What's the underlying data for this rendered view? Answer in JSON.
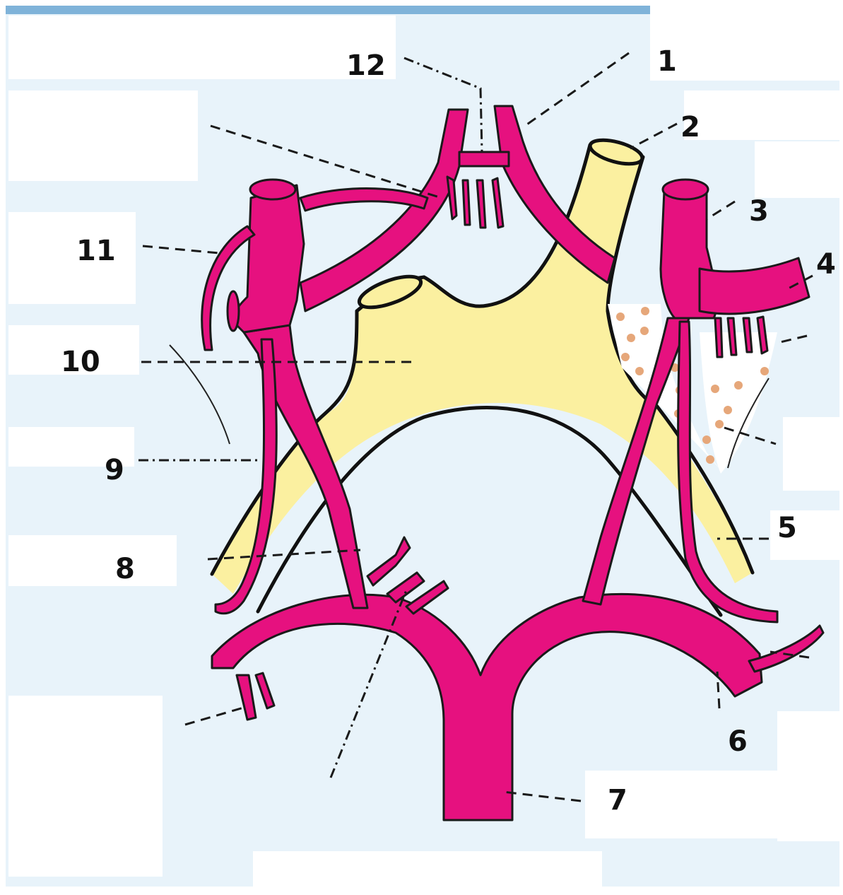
{
  "diagram": {
    "labels": [
      {
        "id": "1",
        "text": "1"
      },
      {
        "id": "2",
        "text": "2"
      },
      {
        "id": "3",
        "text": "3"
      },
      {
        "id": "4",
        "text": "4"
      },
      {
        "id": "5",
        "text": "5"
      },
      {
        "id": "6",
        "text": "6"
      },
      {
        "id": "7",
        "text": "7"
      },
      {
        "id": "8",
        "text": "8"
      },
      {
        "id": "9",
        "text": "9"
      },
      {
        "id": "10",
        "text": "10"
      },
      {
        "id": "11",
        "text": "11"
      },
      {
        "id": "12",
        "text": "12"
      }
    ],
    "colors": {
      "background": "#e8f3fa",
      "artery": "#e6117f",
      "brain_structure": "#fbf0a0",
      "dots": "#e6a77a",
      "label_box": "#ffffff",
      "top_bar": "#7fb3d9"
    }
  }
}
